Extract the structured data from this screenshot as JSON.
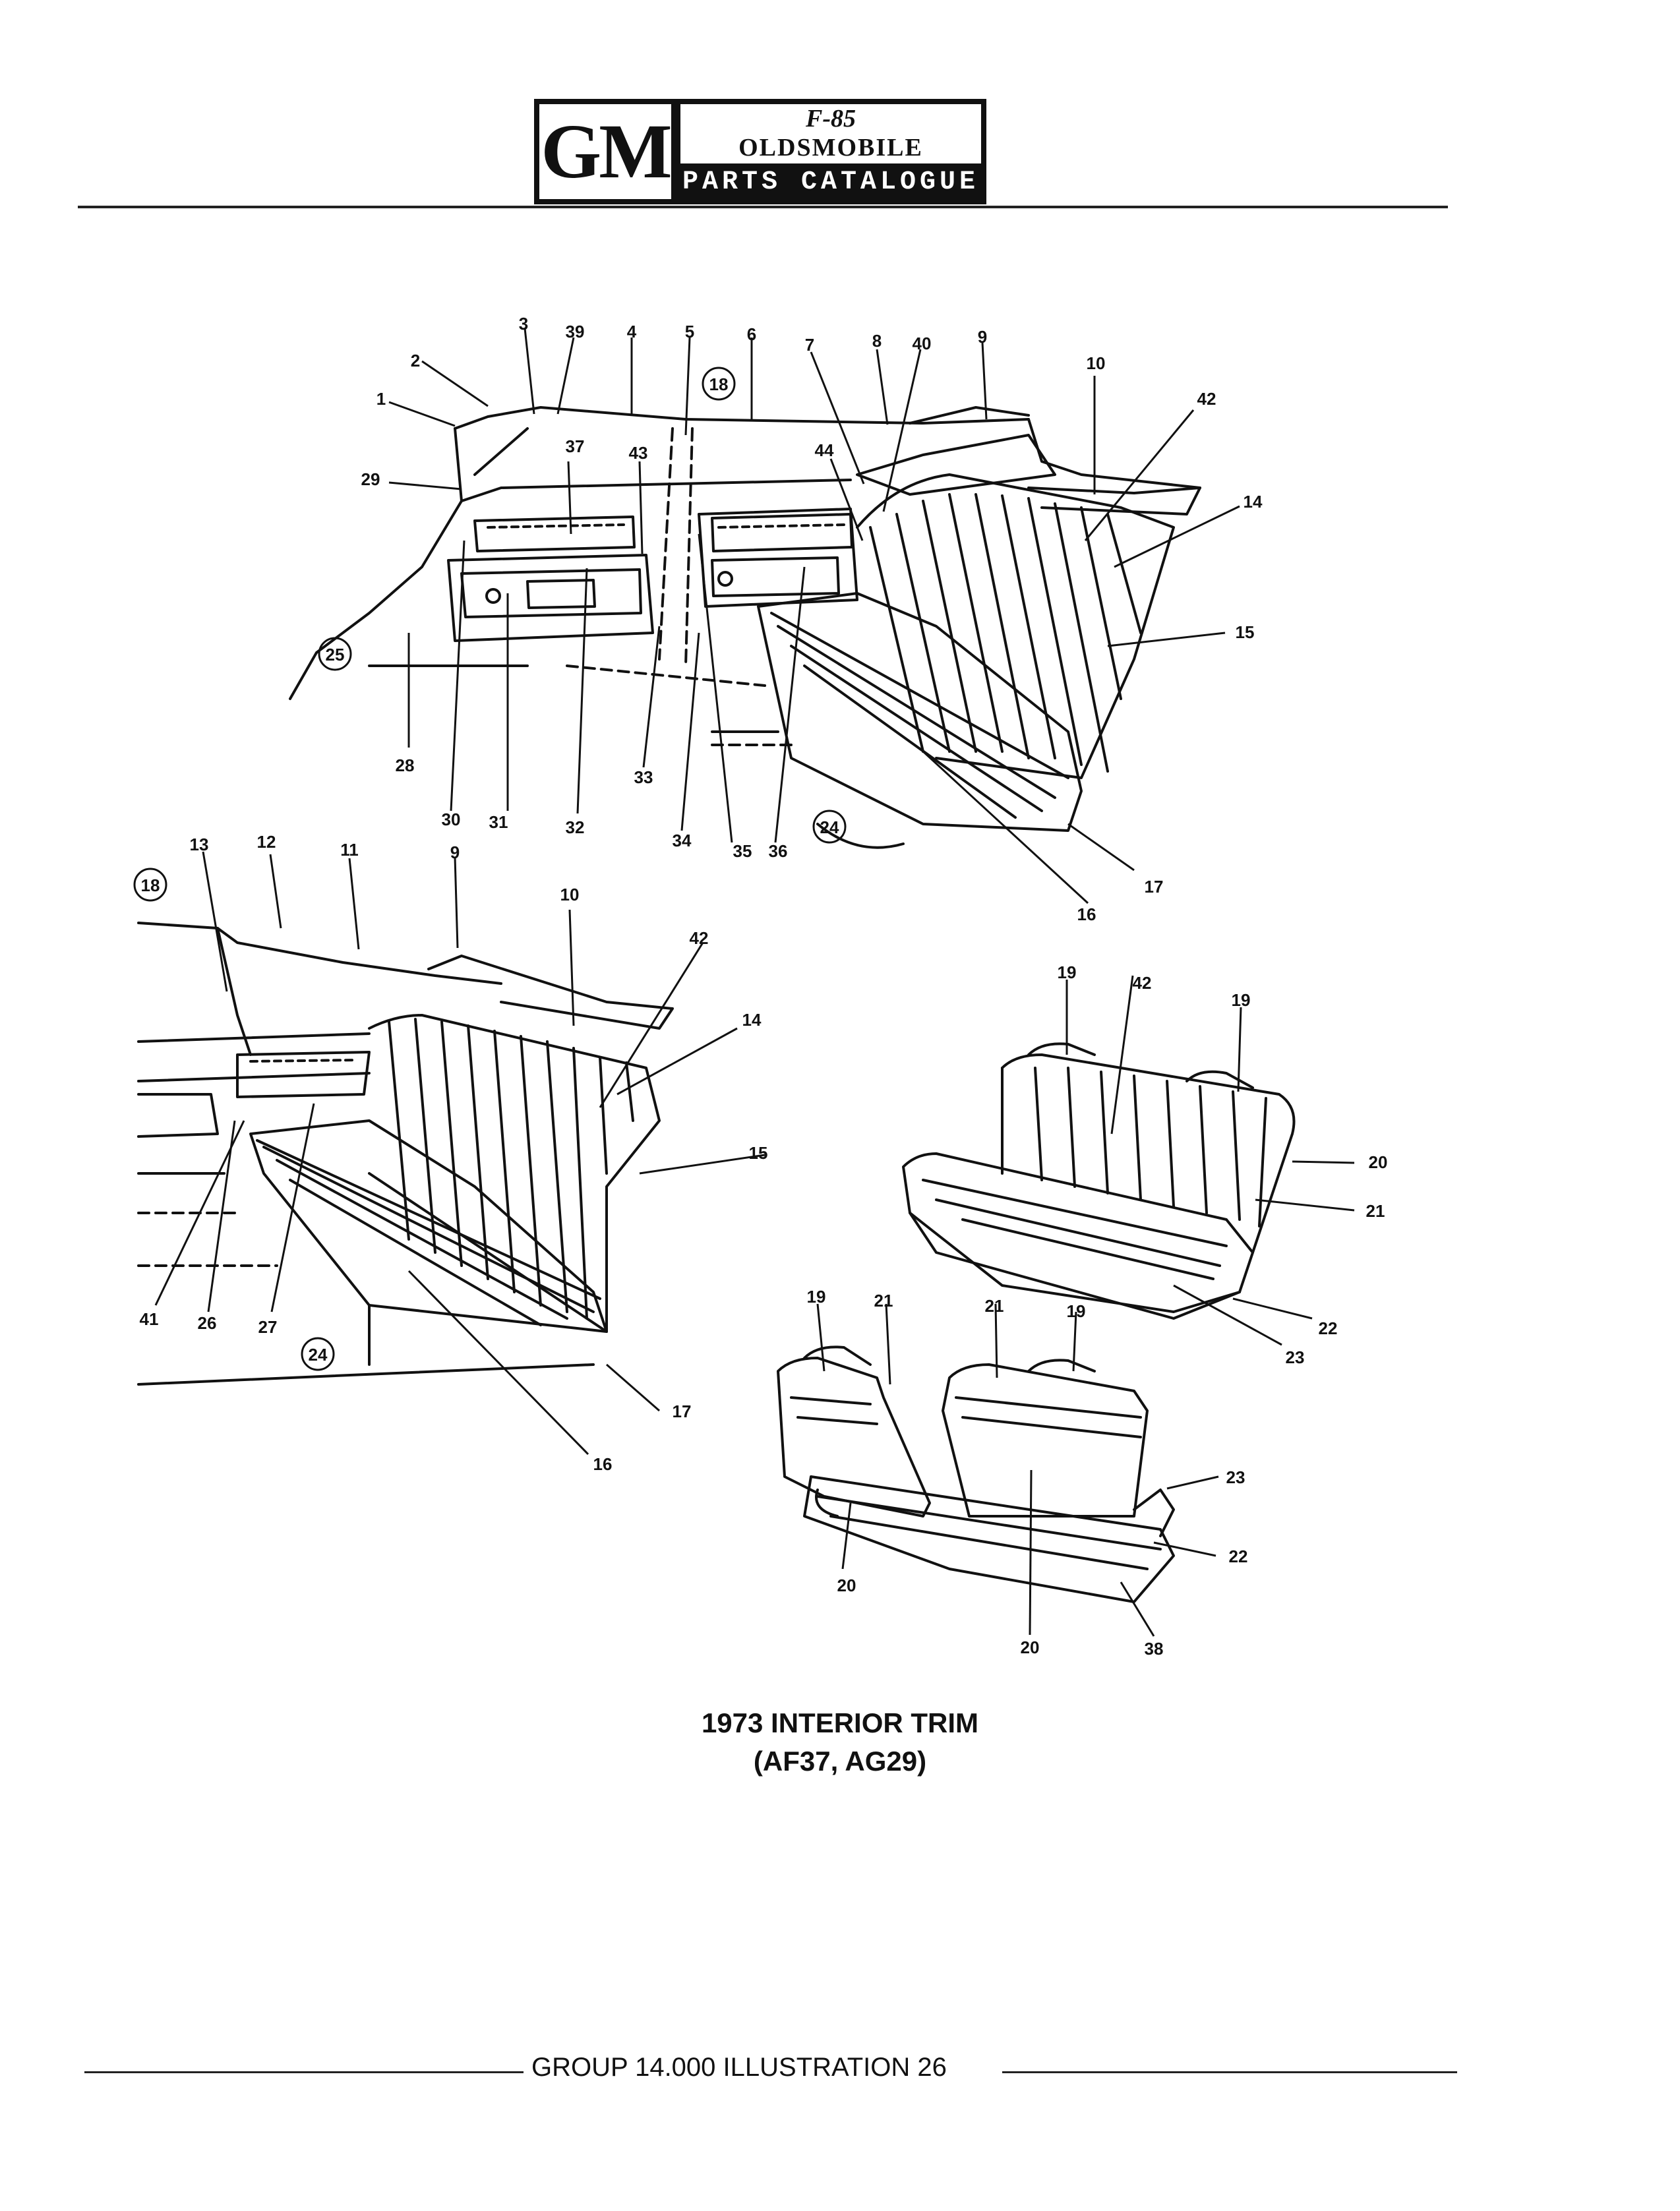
{
  "header": {
    "logo_letters": "GM",
    "logo_mark": "F-85",
    "make": "OLDSMOBILE",
    "catalogue": "PARTS CATALOGUE"
  },
  "title": {
    "line1": "1973 INTERIOR TRIM",
    "line2": "(AF37, AG29)"
  },
  "footer": "GROUP 14.000 ILLUSTRATION 26",
  "callouts": [
    "1",
    "2",
    "3",
    "39",
    "4",
    "5",
    "6",
    "18",
    "7",
    "8",
    "40",
    "9",
    "10",
    "42",
    "14",
    "15",
    "29",
    "37",
    "43",
    "44",
    "25",
    "28",
    "30",
    "31",
    "32",
    "33",
    "34",
    "35",
    "36",
    "24",
    "16",
    "17",
    "13",
    "12",
    "11",
    "41",
    "26",
    "27",
    "19",
    "20",
    "21",
    "22",
    "23",
    "38"
  ],
  "circled_callouts": [
    "18",
    "25",
    "24"
  ]
}
